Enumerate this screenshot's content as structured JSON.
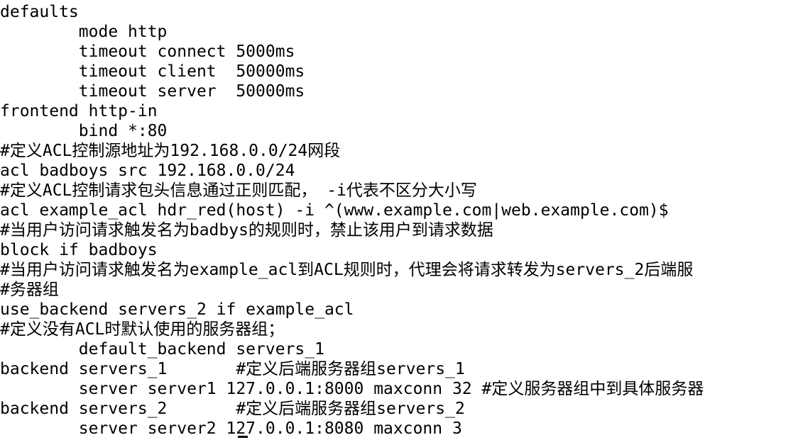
{
  "editor": {
    "lines": [
      "defaults",
      "        mode http",
      "        timeout connect 5000ms",
      "        timeout client  50000ms",
      "        timeout server  50000ms",
      "frontend http-in",
      "        bind *:80",
      "#定义ACL控制源地址为192.168.0.0/24网段",
      "acl badboys src 192.168.0.0/24",
      "#定义ACL控制请求包头信息通过正则匹配， -i代表不区分大小写",
      "acl example_acl hdr_red(host) -i ^(www.example.com|web.example.com)$",
      "#当用户访问请求触发名为badbys的规则时，禁止该用户到请求数据",
      "block if badboys",
      "#当用户访问请求触发名为example_acl到ACL规则时，代理会将请求转发为servers_2后端服",
      "#务器组",
      "use_backend servers_2 if example_acl",
      "#定义没有ACL时默认使用的服务器组；",
      "        default_backend servers_1",
      "backend servers_1       #定义后端服务器组servers_1",
      "        server server1 127.0.0.1:8000 maxconn 32 #定义服务器组中到具体服务器",
      "backend servers_2       #定义后端服务器组servers_2",
      "        server server2 127.0.0.1:8080 maxconn 3"
    ]
  }
}
